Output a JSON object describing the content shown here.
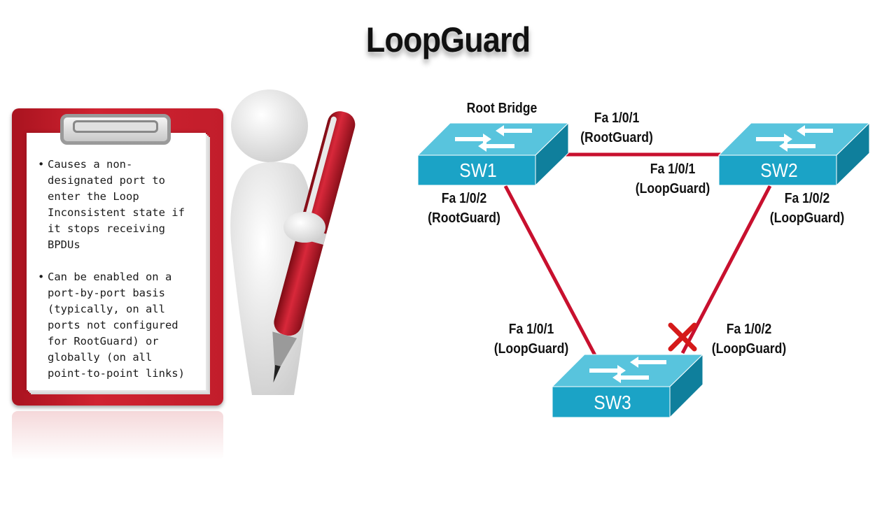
{
  "title": "LoopGuard",
  "clipboard": {
    "bullets": [
      "Causes a non-designated port to enter the Loop Inconsistent state if it stops receiving BPDUs",
      "Can be enabled on a port-by-port basis (typically, on all ports not configured for RootGuard) or globally (on all point-to-point links)"
    ]
  },
  "diagram": {
    "root_bridge_label": "Root Bridge",
    "switches": {
      "sw1": "SW1",
      "sw2": "SW2",
      "sw3": "SW3"
    },
    "ports": {
      "sw1_top": {
        "port": "Fa 1/0/1",
        "mode": "(RootGuard)"
      },
      "sw1_bottom": {
        "port": "Fa 1/0/2",
        "mode": "(RootGuard)"
      },
      "sw2_left": {
        "port": "Fa 1/0/1",
        "mode": "(LoopGuard)"
      },
      "sw2_right": {
        "port": "Fa 1/0/2",
        "mode": "(LoopGuard)"
      },
      "sw3_left": {
        "port": "Fa 1/0/1",
        "mode": "(LoopGuard)"
      },
      "sw3_right": {
        "port": "Fa 1/0/2",
        "mode": "(LoopGuard)"
      }
    },
    "colors": {
      "link": "#c8102e",
      "switch_top": "#58c4dd",
      "switch_front": "#1ba3c6",
      "switch_side": "#0f7f9c",
      "blocked": "#d51a1a"
    },
    "blocked_port": "SW3 Fa 1/0/2"
  }
}
